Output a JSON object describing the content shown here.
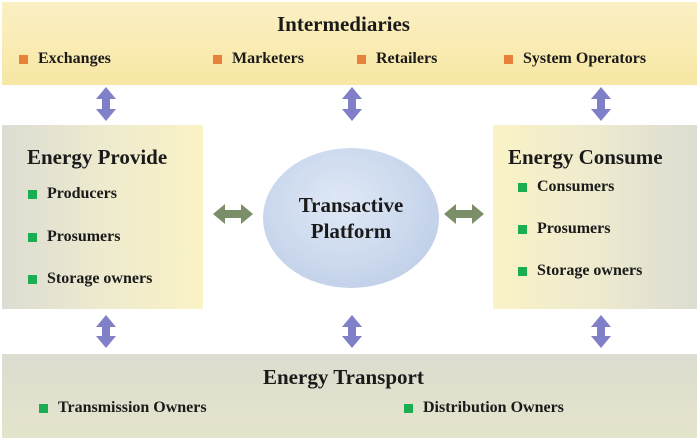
{
  "intermediaries": {
    "title": "Intermediaries",
    "items": [
      "Exchanges",
      "Marketers",
      "Retailers",
      "System Operators"
    ]
  },
  "provide": {
    "title": "Energy Provide",
    "items": [
      "Producers",
      "Prosumers",
      "Storage owners"
    ]
  },
  "consume": {
    "title": "Energy Consume",
    "items": [
      "Consumers",
      "Prosumers",
      "Storage owners"
    ]
  },
  "platform": {
    "line1": "Transactive",
    "line2": "Platform"
  },
  "transport": {
    "title": "Energy Transport",
    "items": [
      "Transmission Owners",
      "Distribution Owners"
    ]
  },
  "colors": {
    "vertical_arrow": "#8080c8",
    "horizontal_arrow": "#7a8f68",
    "orange_marker": "#e8823a",
    "green_marker": "#1aad52"
  }
}
